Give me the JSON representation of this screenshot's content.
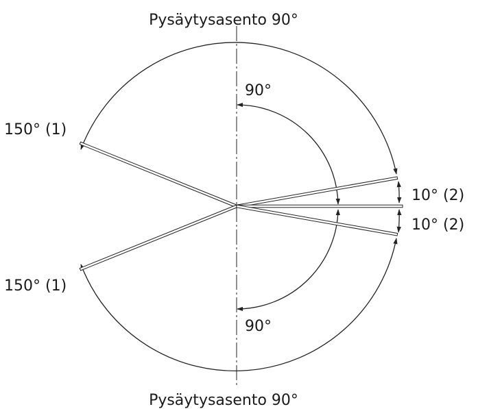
{
  "labels": {
    "top": "Pysäytysasento 90°",
    "bottom": "Pysäytysasento 90°",
    "inner_top": "90°",
    "inner_bottom": "90°",
    "left_upper": "150° (1)",
    "left_lower": "150° (1)",
    "right_upper": "10° (2)",
    "right_lower": "10° (2)"
  },
  "colors": {
    "line": "#222222",
    "background": "#ffffff"
  }
}
